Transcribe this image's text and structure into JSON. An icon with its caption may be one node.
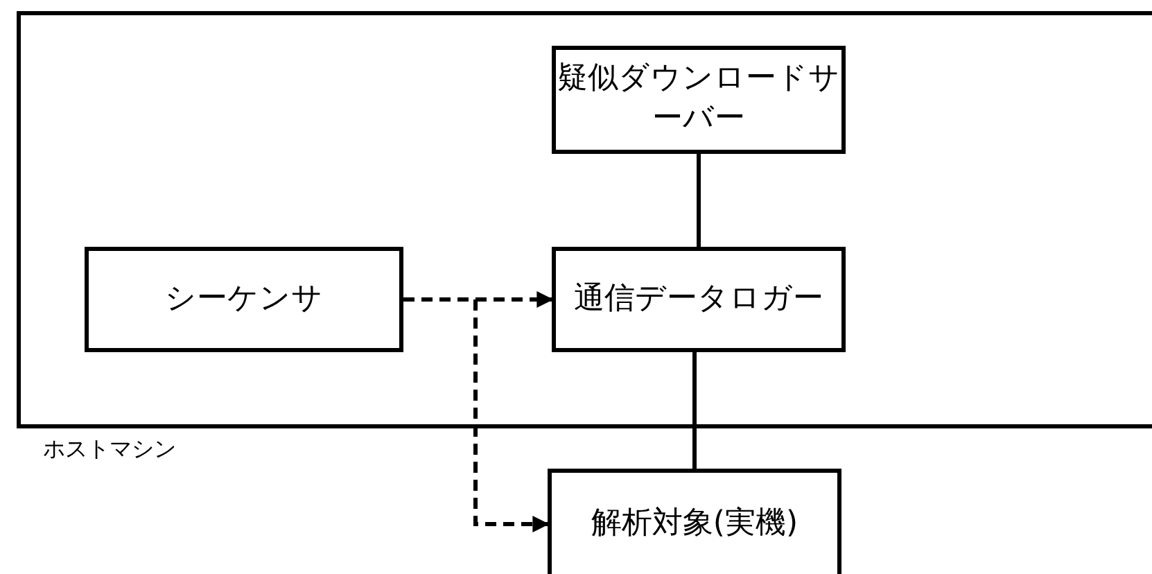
{
  "diagram": {
    "nodes": [
      {
        "text": [
          "ホストマシン"
        ]
      },
      {
        "text": [
          "疑似ダウンロードサーバー"
        ],
        "in": 0
      },
      {
        "text": [
          "シーケンサ"
        ],
        "in": 0
      },
      {
        "text": [
          "通信データロガー"
        ],
        "in": 0
      },
      {
        "text": [
          "解析対象(実機)"
        ]
      }
    ],
    "edges": [
      {
        "from": 1,
        "to": 3,
        "arrow": "none"
      },
      {
        "from": 2,
        "to": 3,
        "arrow": "to",
        "style": "dashed"
      },
      {
        "from": 2,
        "to": 4,
        "arrow": "to",
        "style": "dashed"
      },
      {
        "from": 3,
        "to": 4,
        "arrow": "none"
      }
    ]
  }
}
